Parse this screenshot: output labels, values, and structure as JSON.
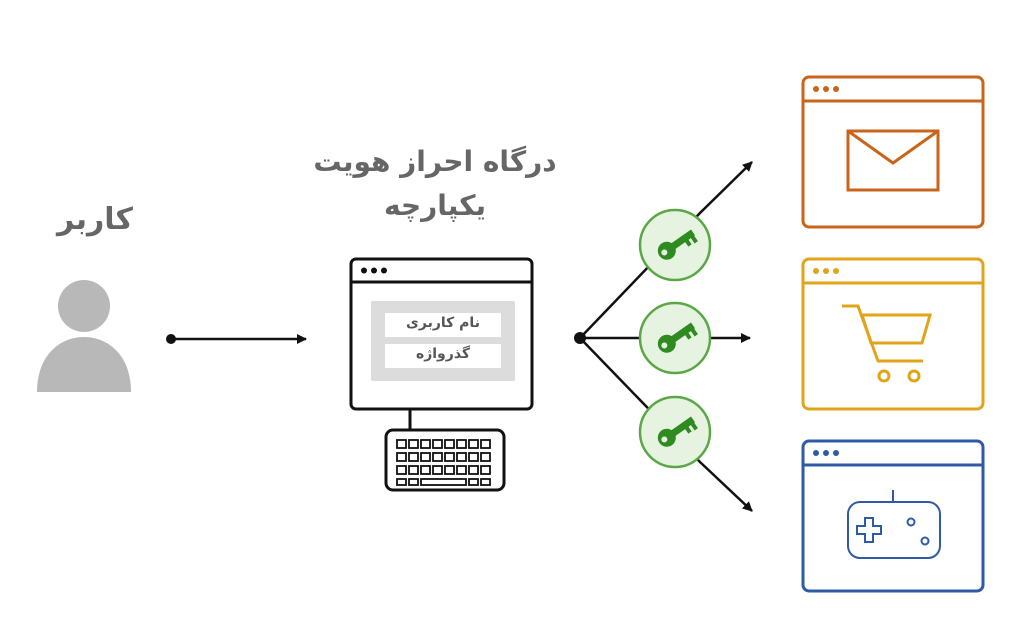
{
  "user": {
    "label": "کاربر"
  },
  "portal": {
    "title_line1": "درگاه احراز هویت",
    "title_line2": "یکپارچه",
    "username_label": "نام کاربری",
    "password_label": "گذرواژه"
  },
  "services": [
    {
      "name": "mail-window",
      "icon": "envelope-icon",
      "color": "#c8651b"
    },
    {
      "name": "shop-window",
      "icon": "cart-icon",
      "color": "#e0a41a"
    },
    {
      "name": "game-window",
      "icon": "gamepad-icon",
      "color": "#2e5aa8"
    }
  ],
  "colors": {
    "key_fill": "#2e8b20",
    "key_bg": "#e6f3e1",
    "key_border": "#5aa845",
    "text": "#666666",
    "person": "#b8b8b8"
  }
}
